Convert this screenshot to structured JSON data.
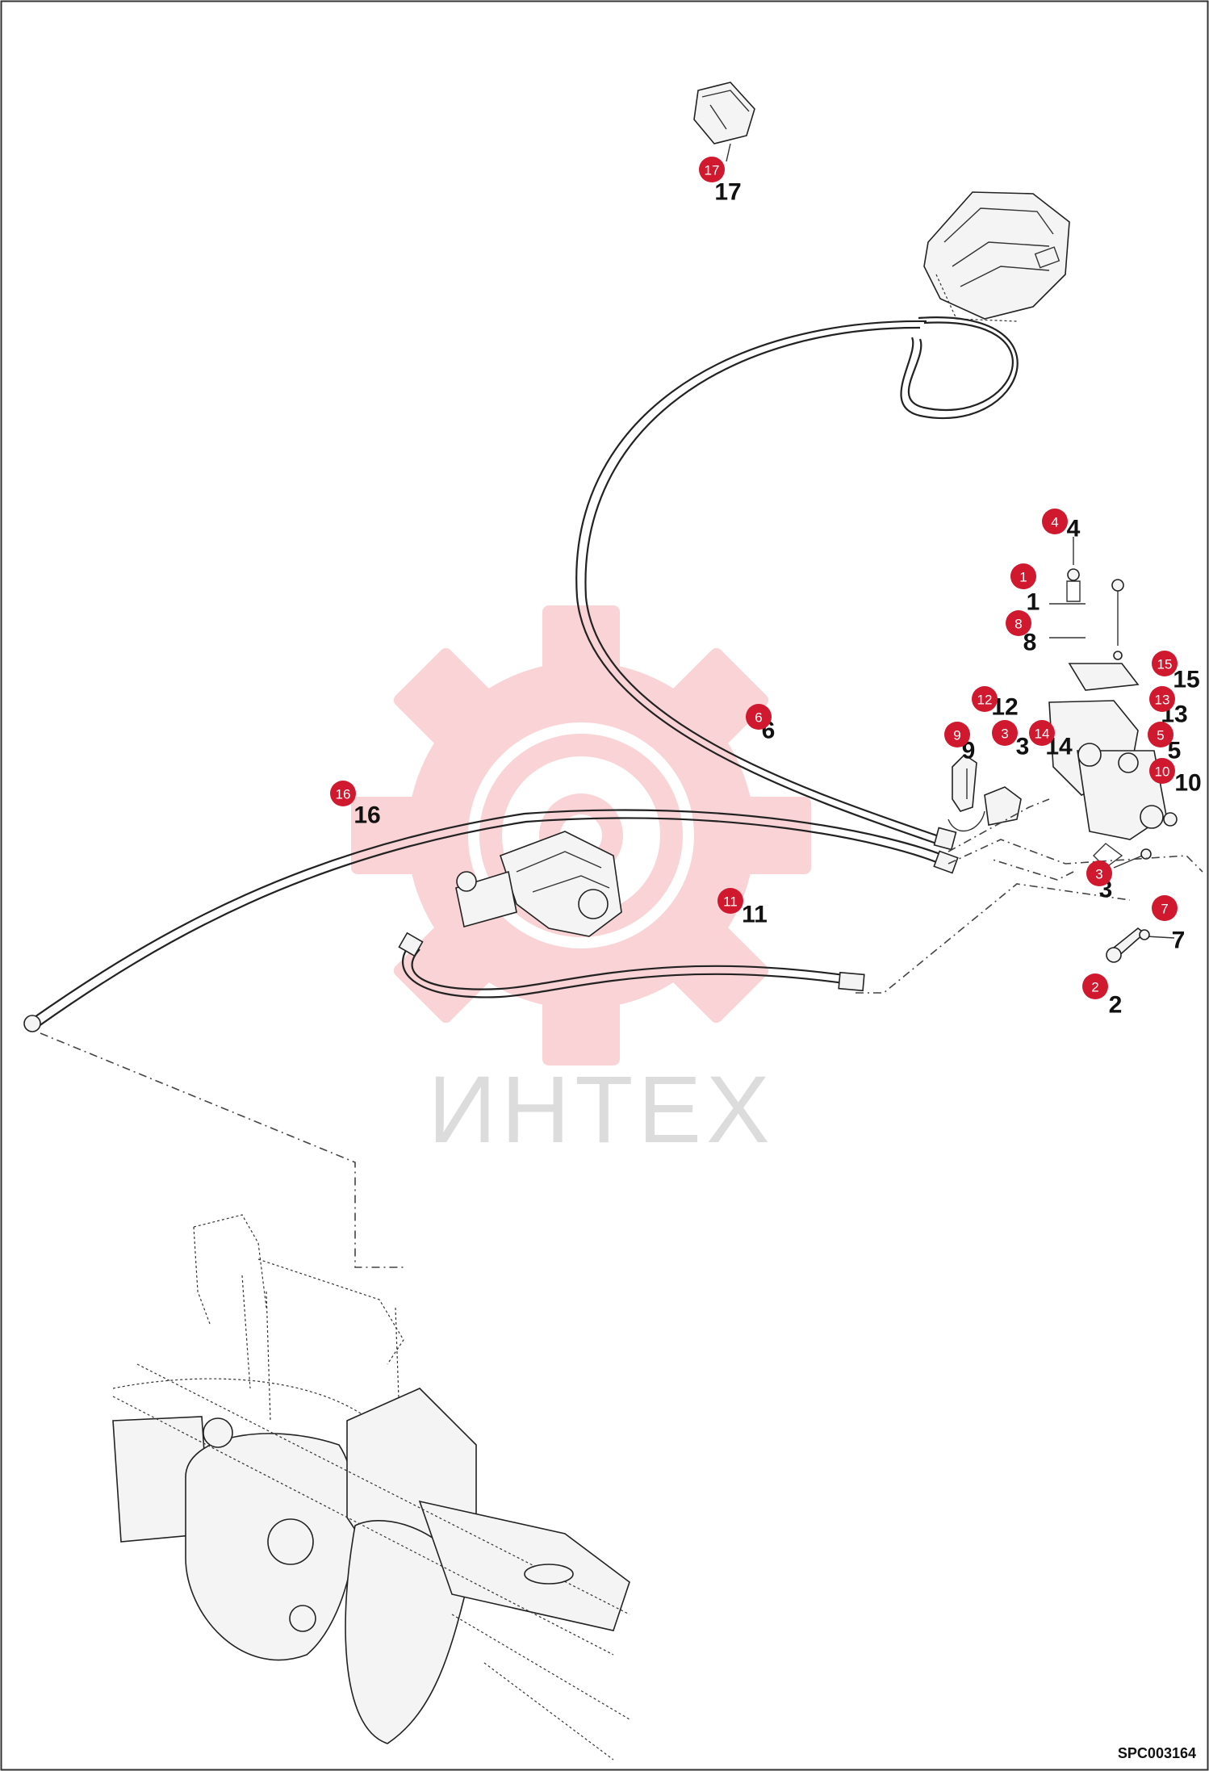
{
  "drawing_code": "SPC003164",
  "watermark": {
    "text": "ИНТЕХ",
    "color": "#f7c6c8"
  },
  "accent_color": "#d0182f",
  "callouts": [
    {
      "id": "17",
      "label": "17"
    },
    {
      "id": "4",
      "label": "4"
    },
    {
      "id": "1",
      "label": "1"
    },
    {
      "id": "8",
      "label": "8"
    },
    {
      "id": "15",
      "label": "15"
    },
    {
      "id": "12",
      "label": "12"
    },
    {
      "id": "13",
      "label": "13"
    },
    {
      "id": "6",
      "label": "6"
    },
    {
      "id": "9",
      "label": "9"
    },
    {
      "id": "3a",
      "label": "3"
    },
    {
      "id": "14",
      "label": "14"
    },
    {
      "id": "5",
      "label": "5"
    },
    {
      "id": "10",
      "label": "10"
    },
    {
      "id": "16",
      "label": "16"
    },
    {
      "id": "3b",
      "label": "3"
    },
    {
      "id": "11",
      "label": "11"
    },
    {
      "id": "7",
      "label": "7"
    },
    {
      "id": "2",
      "label": "2"
    }
  ],
  "plain_labels": [
    {
      "id": "17",
      "text": "17"
    },
    {
      "id": "4",
      "text": "4"
    },
    {
      "id": "1",
      "text": "1"
    },
    {
      "id": "8",
      "text": "8"
    },
    {
      "id": "15",
      "text": "15"
    },
    {
      "id": "12",
      "text": "12"
    },
    {
      "id": "13",
      "text": "13"
    },
    {
      "id": "6",
      "text": "6"
    },
    {
      "id": "9",
      "text": "9"
    },
    {
      "id": "3a",
      "text": "3"
    },
    {
      "id": "14",
      "text": "14"
    },
    {
      "id": "5",
      "text": "5"
    },
    {
      "id": "10",
      "text": "10"
    },
    {
      "id": "16",
      "text": "16"
    },
    {
      "id": "3b",
      "text": "3"
    },
    {
      "id": "11",
      "text": "11"
    },
    {
      "id": "7",
      "text": "7"
    },
    {
      "id": "2",
      "text": "2"
    }
  ]
}
